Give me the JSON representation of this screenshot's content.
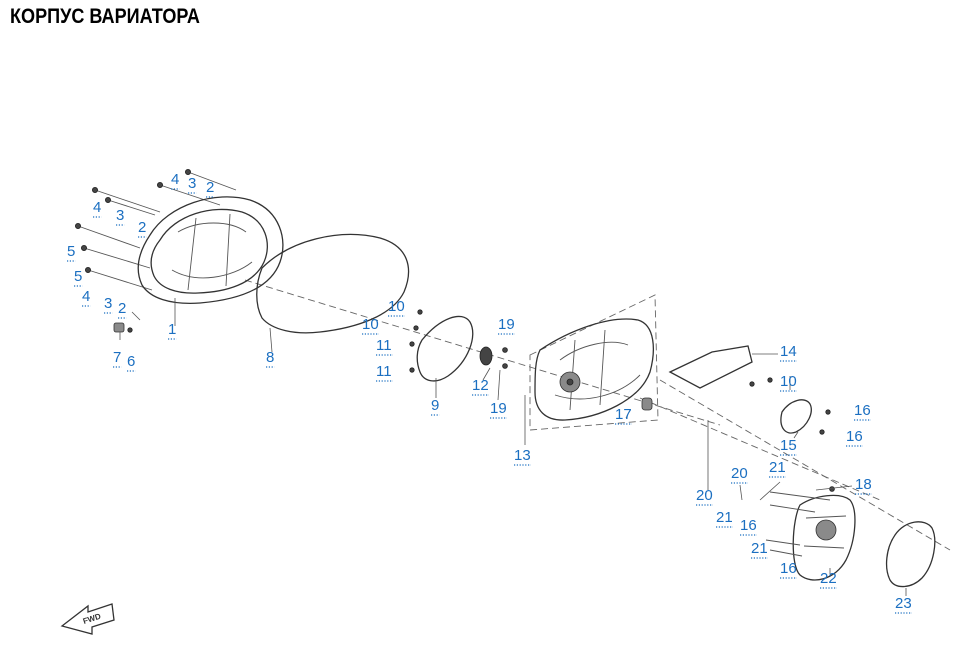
{
  "title": "КОРПУС ВАРИАТОРА",
  "callouts": [
    {
      "label": "1"
    },
    {
      "label": "2"
    },
    {
      "label": "2"
    },
    {
      "label": "2"
    },
    {
      "label": "3"
    },
    {
      "label": "3"
    },
    {
      "label": "3"
    },
    {
      "label": "4"
    },
    {
      "label": "4"
    },
    {
      "label": "4"
    },
    {
      "label": "5"
    },
    {
      "label": "5"
    },
    {
      "label": "6"
    },
    {
      "label": "7"
    },
    {
      "label": "8"
    },
    {
      "label": "9"
    },
    {
      "label": "10"
    },
    {
      "label": "10"
    },
    {
      "label": "10"
    },
    {
      "label": "11"
    },
    {
      "label": "11"
    },
    {
      "label": "12"
    },
    {
      "label": "13"
    },
    {
      "label": "14"
    },
    {
      "label": "15"
    },
    {
      "label": "16"
    },
    {
      "label": "16"
    },
    {
      "label": "16"
    },
    {
      "label": "16"
    },
    {
      "label": "17"
    },
    {
      "label": "18"
    },
    {
      "label": "19"
    },
    {
      "label": "19"
    },
    {
      "label": "20"
    },
    {
      "label": "20"
    },
    {
      "label": "21"
    },
    {
      "label": "21"
    },
    {
      "label": "21"
    },
    {
      "label": "22"
    },
    {
      "label": "23"
    }
  ],
  "fwd_label": "FWD",
  "colors": {
    "callout": "#1b6fc1",
    "line": "#333333"
  },
  "icons": {
    "direction": "fwd-arrow-icon"
  }
}
